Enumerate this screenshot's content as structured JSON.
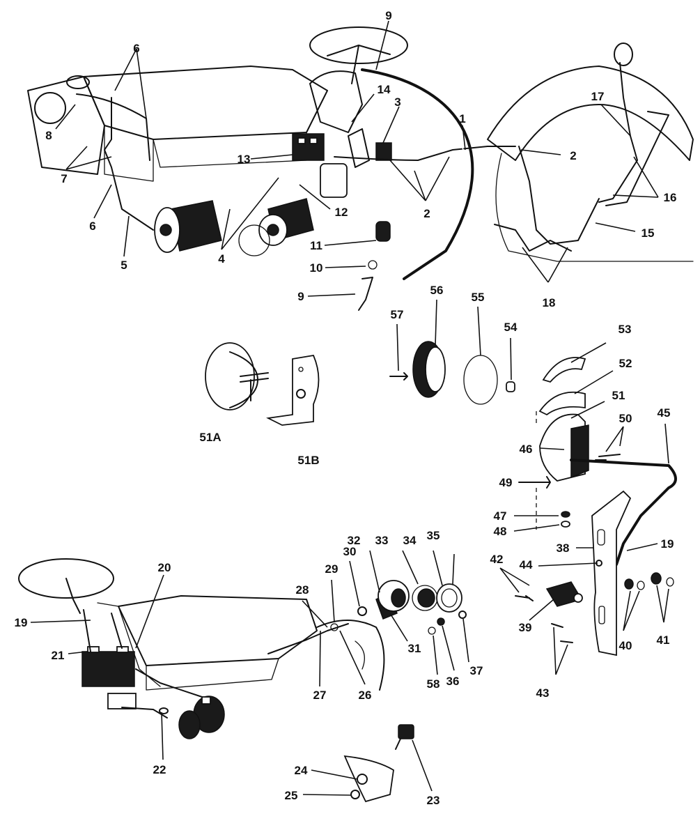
{
  "colors": {
    "ink": "#111111",
    "paper": "#ffffff"
  },
  "callouts": {
    "c1": "1",
    "c2a": "2",
    "c2b": "2",
    "c3": "3",
    "c4": "4",
    "c5": "5",
    "c6a": "6",
    "c6b": "6",
    "c7": "7",
    "c8": "8",
    "c9a": "9",
    "c9b": "9",
    "c10": "10",
    "c11": "11",
    "c12": "12",
    "c13": "13",
    "c14": "14",
    "c15": "15",
    "c16": "16",
    "c17": "17",
    "c18": "18",
    "c19a": "19",
    "c19b": "19",
    "c20": "20",
    "c21": "21",
    "c22": "22",
    "c23": "23",
    "c24": "24",
    "c25": "25",
    "c26": "26",
    "c27": "27",
    "c28": "28",
    "c29": "29",
    "c30": "30",
    "c31": "31",
    "c32": "32",
    "c33": "33",
    "c34": "34",
    "c35": "35",
    "c36": "36",
    "c37": "37",
    "c38": "38",
    "c39": "39",
    "c40": "40",
    "c41": "41",
    "c42": "42",
    "c43": "43",
    "c44": "44",
    "c45": "45",
    "c46": "46",
    "c47": "47",
    "c48": "48",
    "c49": "49",
    "c50": "50",
    "c51": "51",
    "c51a": "51A",
    "c51b": "51B",
    "c52": "52",
    "c53": "53",
    "c54": "54",
    "c55": "55",
    "c56": "56",
    "c57": "57",
    "c58": "58"
  }
}
